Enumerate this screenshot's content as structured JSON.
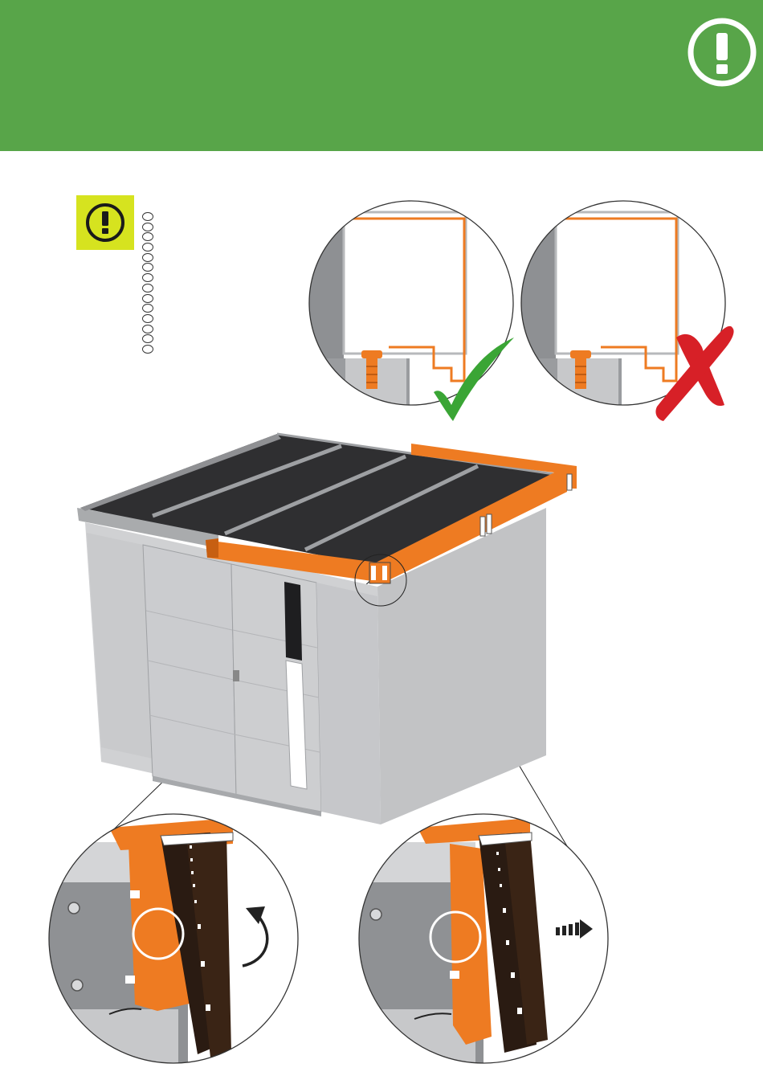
{
  "colors": {
    "banner": "#58a549",
    "highlight_badge": "#d6e31f",
    "part_orange": "#ee7b22",
    "check_green": "#3aa535",
    "cross_red": "#d72027",
    "wall_grey": "#b9babc",
    "roof_dark": "#2e2e30"
  },
  "icons": {
    "banner": "exclamation-circle-icon",
    "note": "exclamation-circle-icon",
    "correct": "checkmark-icon",
    "incorrect": "cross-icon",
    "rotate": "curved-arrow-icon",
    "push": "dashed-arrow-right-icon"
  },
  "note_list_count": 14,
  "details": [
    {
      "id": "correct-fit",
      "icon": "checkmark-icon"
    },
    {
      "id": "incorrect-fit",
      "icon": "cross-icon"
    },
    {
      "id": "rotate-step",
      "icon": "curved-arrow-icon"
    },
    {
      "id": "slide-step",
      "icon": "dashed-arrow-right-icon"
    }
  ]
}
